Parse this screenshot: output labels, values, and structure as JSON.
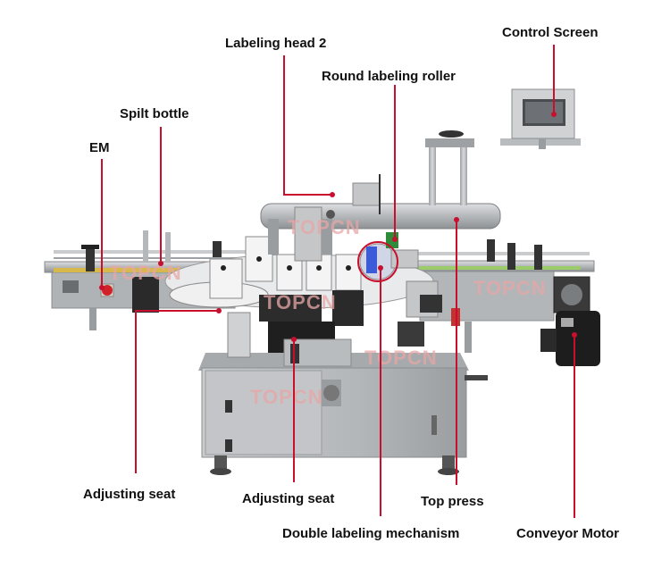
{
  "labels": {
    "labeling_head_2": "Labeling head 2",
    "control_screen": "Control Screen",
    "round_labeling_roller": "Round labeling roller",
    "spilt_bottle": "Spilt bottle",
    "em": "EM",
    "adjusting_seat_left": "Adjusting seat",
    "adjusting_seat_center": "Adjusting seat",
    "top_press": "Top press",
    "double_labeling_mechanism": "Double labeling mechanism",
    "conveyor_motor": "Conveyor Motor"
  },
  "watermark": "TOPCN",
  "colors": {
    "leader_line": "#c8102e",
    "machine_steel": "#b9bcbf",
    "machine_dark": "#2a2a2a",
    "label_text": "#111111",
    "watermark": "#e8a7a7"
  }
}
